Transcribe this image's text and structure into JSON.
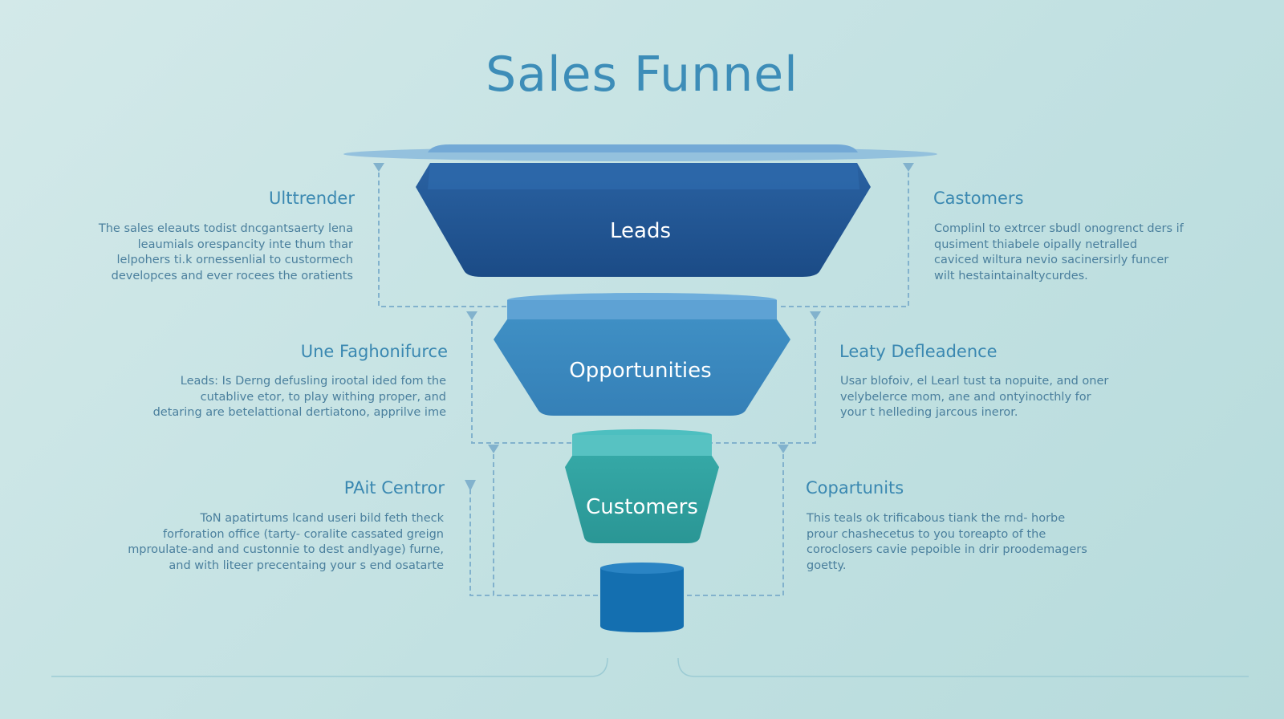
{
  "title": "Sales Funnel",
  "stages": [
    {
      "label": "Leads",
      "color": "#1c4e8a"
    },
    {
      "label": "Opportunities",
      "color": "#3a87bd"
    },
    {
      "label": "Customers",
      "color": "#2e9f9e"
    }
  ],
  "panels": {
    "top_left": {
      "heading": "Ulttrender",
      "lines": [
        "The sales eleauts todist dncgantsaerty lena",
        "leaumials orespancity inte thum thar",
        "lelpohers ti.k ornessenlial to custormech",
        "developces and ever rocees the oratients"
      ]
    },
    "top_right": {
      "heading": "Castomers",
      "lines": [
        "Complinl to extrcer sbudl onogrenct ders if",
        "qusiment thiabele oipally netralled",
        "caviced wiltura nevio sacinersirly funcer",
        "wilt hestaintainaltycurdes."
      ]
    },
    "mid_left": {
      "heading": "Une Faghonifurce",
      "lines": [
        "Leads: Is Derng defusling irootal ided fom the",
        "cutablive etor, to play withing proper, and",
        "detaring are betelattional dertiatono, apprilve ime"
      ]
    },
    "mid_right": {
      "heading": "Leaty Defleadence",
      "lines": [
        "Usar blofoiv, el Learl tust ta nopuite, and oner",
        "velybelerce mom, ane and ontyinocthly for",
        "your t helleding jarcous ineror."
      ]
    },
    "bottom_left": {
      "heading": "PAit Centror",
      "lines": [
        "ToN apatirtums lcand useri bild feth theck",
        "forforation office (tarty- coralite cassated greign",
        "mproulate-and and custonnie to dest andlyage) furne,",
        "and with liteer precentaing your s end osatarte"
      ]
    },
    "bottom_right": {
      "heading": "Copartunits",
      "lines": [
        "This teals ok trificabous tiank the rnd- horbe",
        "prour chashecetus to you toreapto of the",
        "coroclosers cavie pepoible in drir proodemagers",
        "goetty."
      ]
    }
  },
  "colors": {
    "background": "#c2e1e2",
    "title": "#3d8db8",
    "heading": "#3a88b1",
    "body_text": "#4a7f9d",
    "connector": "#82b2cd",
    "rim": "#8bbbdc",
    "base": "#146fb0"
  }
}
